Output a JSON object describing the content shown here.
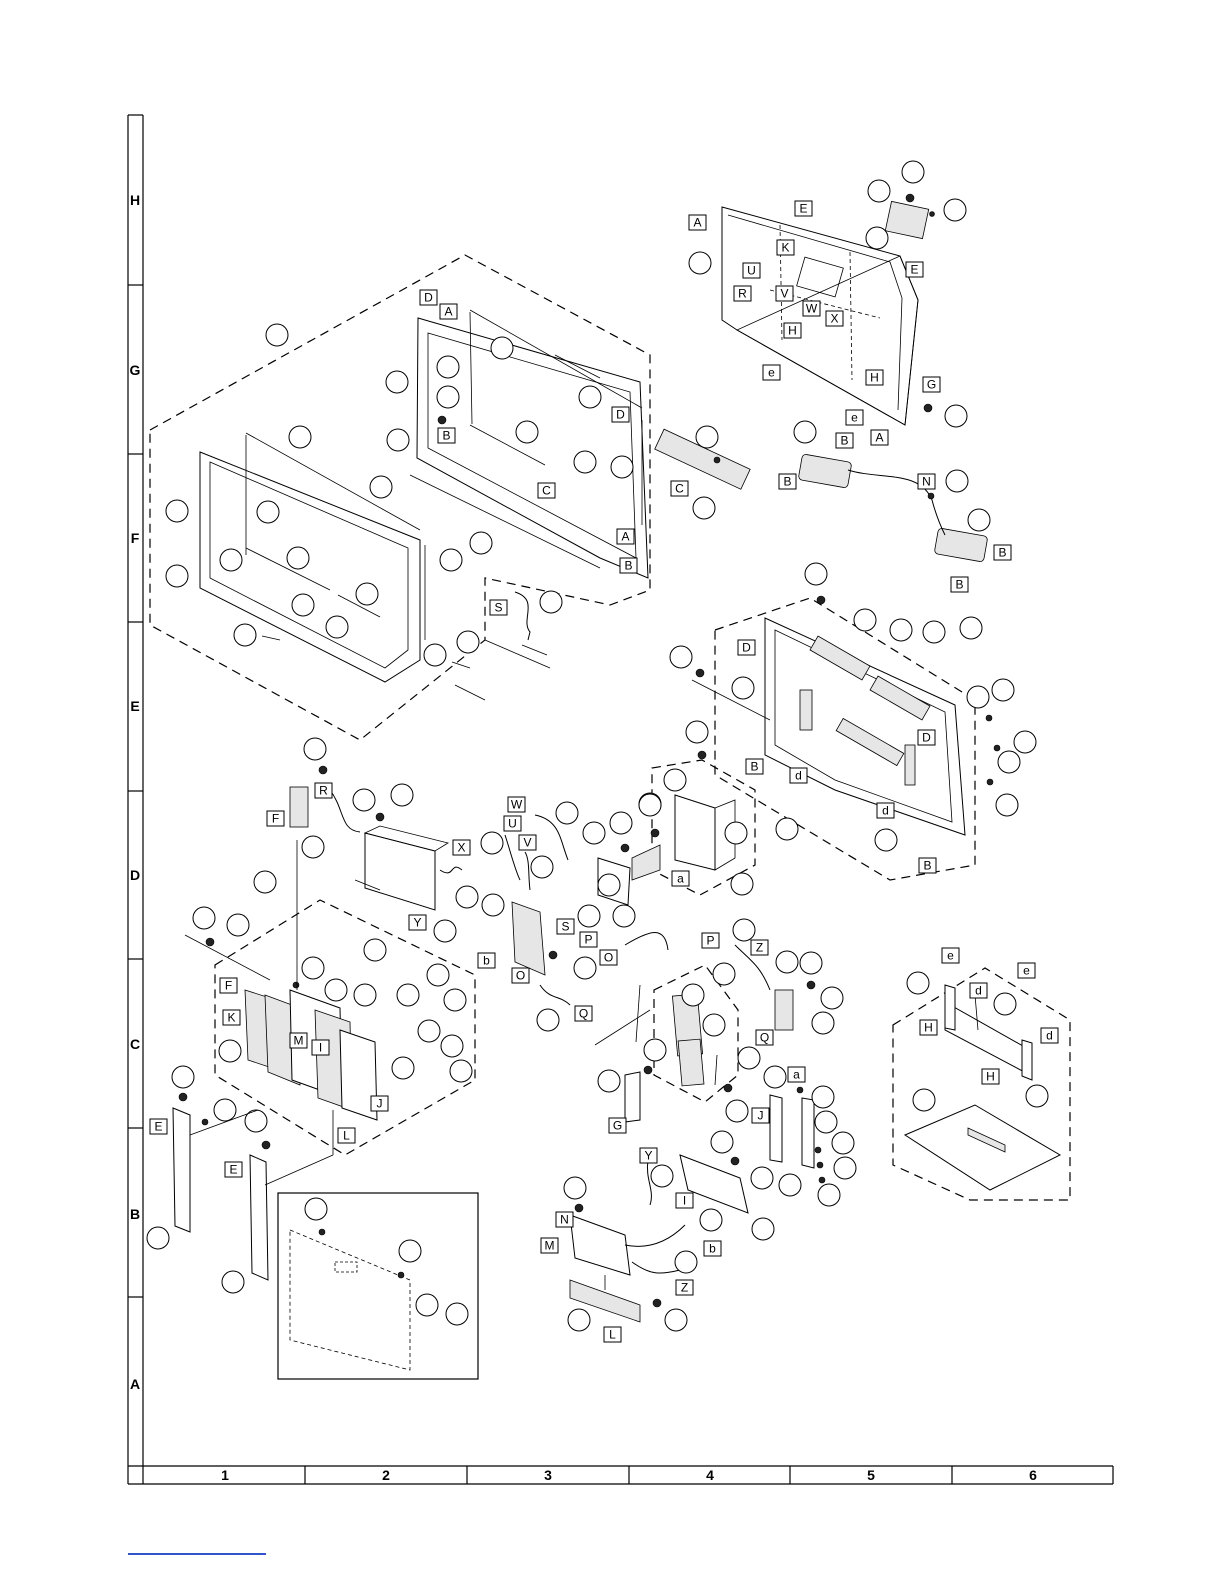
{
  "grid": {
    "rows": [
      "H",
      "G",
      "F",
      "E",
      "D",
      "C",
      "B",
      "A"
    ],
    "columns": [
      "1",
      "2",
      "3",
      "4",
      "5",
      "6"
    ]
  },
  "labels": {
    "main_rear_cabinet": [
      "A",
      "E",
      "K",
      "U",
      "R",
      "V",
      "W",
      "X",
      "H",
      "E",
      "e",
      "H",
      "e",
      "A",
      "G"
    ],
    "speakers": [
      "B",
      "B",
      "N",
      "B",
      "B"
    ],
    "front_bezel": [
      "D",
      "A",
      "B",
      "D",
      "C",
      "A",
      "B"
    ],
    "speaker_bracket": [
      "C"
    ],
    "s_cable": [
      "S"
    ],
    "panel_module": [
      "D",
      "D",
      "B",
      "d",
      "d",
      "B"
    ],
    "a_bracket": [
      "a"
    ],
    "tuner_unit": [
      "R",
      "F",
      "X",
      "Y"
    ],
    "av_unit": [
      "W",
      "U",
      "V",
      "S",
      "P",
      "b",
      "O",
      "O",
      "Q"
    ],
    "main_pwb_group": [
      "F",
      "K",
      "M",
      "I",
      "J",
      "L"
    ],
    "side_brackets": [
      "E",
      "E"
    ],
    "right_terminal": [
      "P",
      "Z",
      "Q",
      "a",
      "G",
      "J"
    ],
    "stand": [
      "e",
      "e",
      "d",
      "H",
      "d",
      "H"
    ],
    "lower_units": [
      "Y",
      "I",
      "N",
      "M",
      "b",
      "Z",
      "L"
    ]
  }
}
